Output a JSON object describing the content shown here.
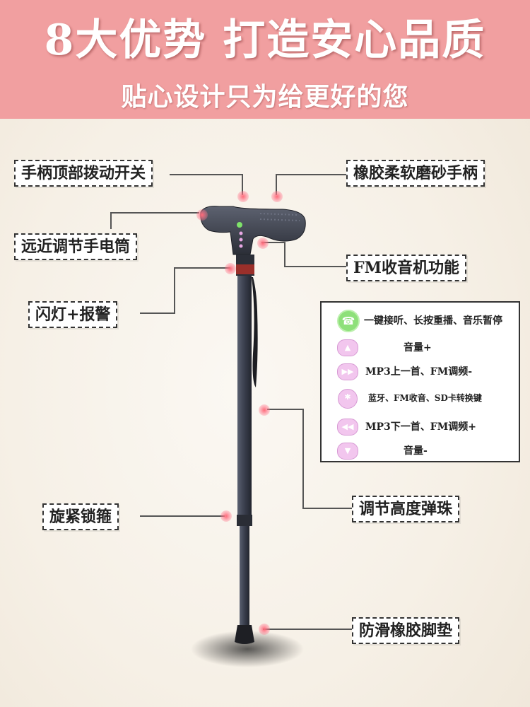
{
  "header": {
    "title": "8大优势  打造安心品质",
    "subtitle": "贴心设计只为给更好的您"
  },
  "labels": {
    "top_switch": "手柄顶部拨动开关",
    "rubber_handle": "橡胶柔软磨砂手柄",
    "flashlight": "远近调节手电筒",
    "fm_radio": "FM收音机功能",
    "flash_alarm": "闪灯+报警",
    "height_bead": "调节高度弹珠",
    "lock_ring": "旋紧锁箍",
    "anti_slip": "防滑橡胶脚垫"
  },
  "legend": {
    "items": [
      {
        "icon": "phone-icon",
        "text": "一键接听、长按重播、音乐暂停"
      },
      {
        "icon": "volume-up-icon",
        "text": "音量+"
      },
      {
        "icon": "fast-forward-icon",
        "text": "MP3上一首、FM调频-"
      },
      {
        "icon": "bluetooth-mode-icon",
        "text": "蓝牙、FM收音、SD卡转换键"
      },
      {
        "icon": "rewind-icon",
        "text": "MP3下一首、FM调频+"
      },
      {
        "icon": "volume-down-icon",
        "text": "音量-"
      }
    ]
  },
  "colors": {
    "header_bg": "#f19fa0",
    "accent_dot": "#ff6b7a",
    "cane_body": "#3c4150",
    "button_pink": "#f2c6ee",
    "phone_green": "#8ee07a"
  }
}
